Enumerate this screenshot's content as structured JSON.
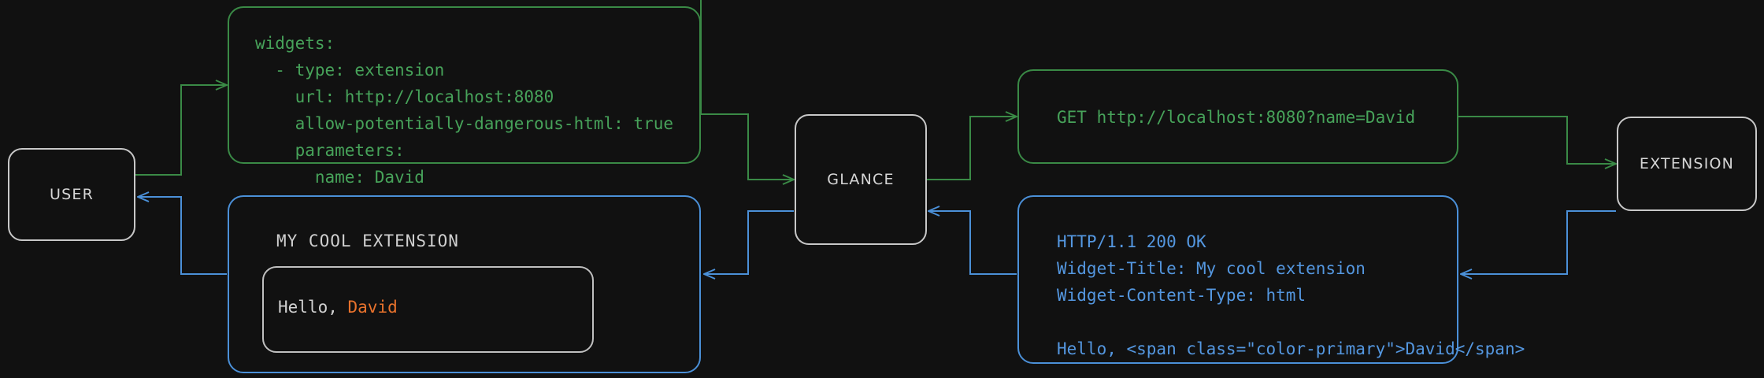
{
  "theme": {
    "background": "#111111",
    "node_border": "#c8c8c8",
    "request_color": "#3a8a46",
    "request_text": "#47a35a",
    "response_color": "#4b90d8",
    "response_text": "#5497e0",
    "accent": "#e8722c",
    "muted_text": "#d2d2d2"
  },
  "nodes": {
    "user": {
      "label": "USER"
    },
    "glance": {
      "label": "GLANCE"
    },
    "extension": {
      "label": "EXTENSION"
    }
  },
  "panels": {
    "config": {
      "kind": "request",
      "lines": [
        "widgets:",
        "  - type: extension",
        "    url: http://localhost:8080",
        "    allow-potentially-dangerous-html: true",
        "    parameters:",
        "      name: David"
      ],
      "text": "widgets:\n  - type: extension\n    url: http://localhost:8080\n    allow-potentially-dangerous-html: true\n    parameters:\n      name: David"
    },
    "get_request": {
      "kind": "request",
      "method": "GET",
      "url": "http://localhost:8080?name=David",
      "text": "GET http://localhost:8080?name=David"
    },
    "http_response": {
      "kind": "response",
      "status_line": "HTTP/1.1 200 OK",
      "headers": [
        "Widget-Title: My cool extension",
        "Widget-Content-Type: html"
      ],
      "body": "Hello, <span class=\"color-primary\">David</span>",
      "text": "HTTP/1.1 200 OK\nWidget-Title: My cool extension\nWidget-Content-Type: html\n\nHello, <span class=\"color-primary\">David</span>"
    },
    "rendered_widget": {
      "kind": "response",
      "title": "MY COOL EXTENSION",
      "greeting_prefix": "Hello, ",
      "greeting_name": "David"
    }
  },
  "flows": [
    {
      "name": "user-to-config",
      "kind": "request",
      "from": "user",
      "to": "config"
    },
    {
      "name": "config-to-glance",
      "kind": "request",
      "from": "config",
      "to": "glance"
    },
    {
      "name": "glance-to-get-request",
      "kind": "request",
      "from": "glance",
      "to": "get_request"
    },
    {
      "name": "get-request-to-extension",
      "kind": "request",
      "from": "get_request",
      "to": "extension"
    },
    {
      "name": "extension-to-http-response",
      "kind": "response",
      "from": "extension",
      "to": "http_response"
    },
    {
      "name": "http-response-to-glance",
      "kind": "response",
      "from": "http_response",
      "to": "glance"
    },
    {
      "name": "glance-to-rendered-widget",
      "kind": "response",
      "from": "glance",
      "to": "rendered_widget"
    },
    {
      "name": "rendered-widget-to-user",
      "kind": "response",
      "from": "rendered_widget",
      "to": "user"
    }
  ]
}
